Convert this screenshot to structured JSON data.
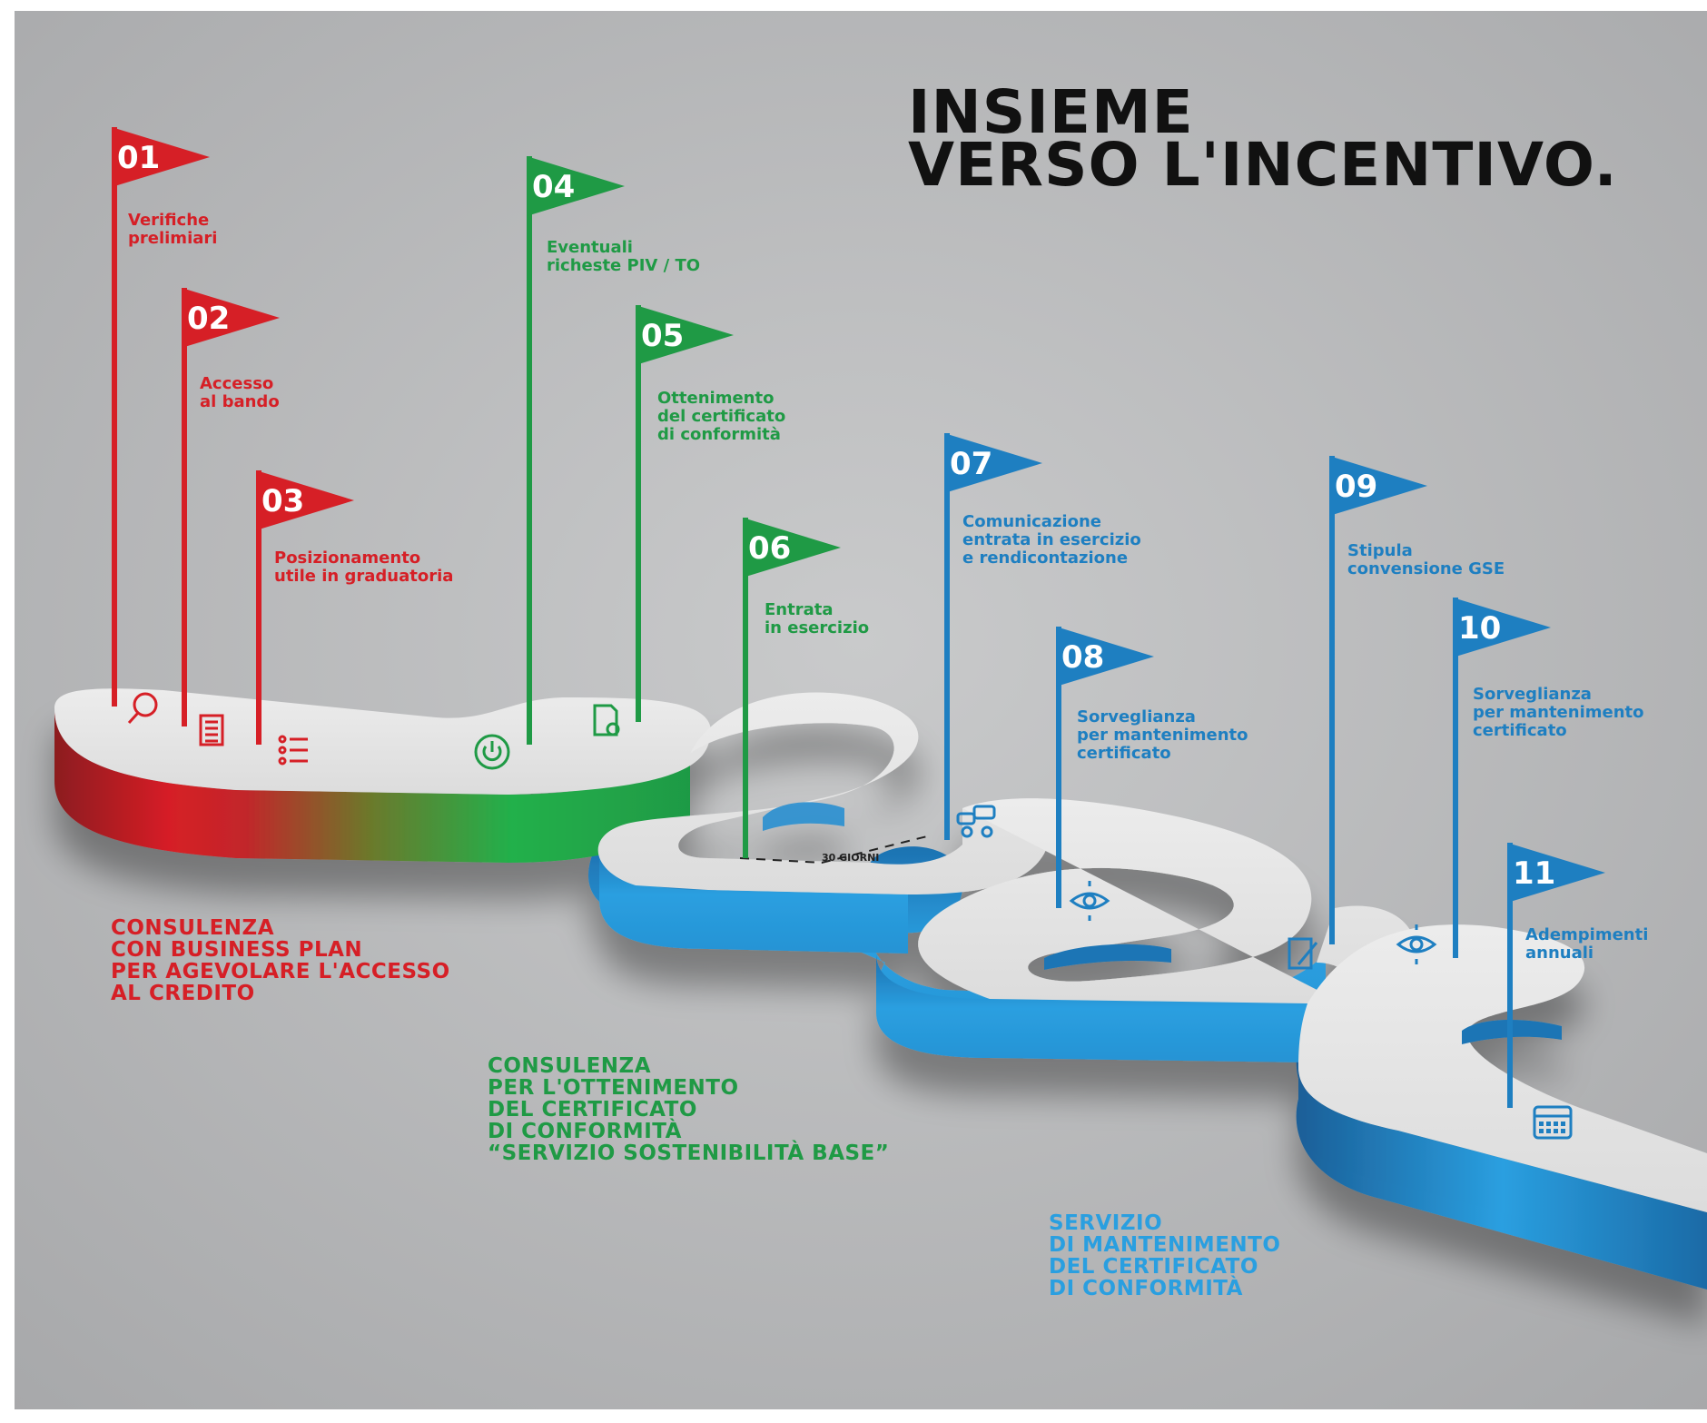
{
  "title": {
    "line1": "INSIEME",
    "line2": "VERSO L'INCENTIVO."
  },
  "colors": {
    "red": "#d61f26",
    "green": "#1f9a45",
    "blue": "#1e7fc1",
    "blue_light": "#2a9fe0"
  },
  "steps": [
    {
      "num": "01",
      "lines": [
        "Verifiche",
        "prelimiari"
      ],
      "color": "red",
      "icon": "magnifier-icon"
    },
    {
      "num": "02",
      "lines": [
        "Accesso",
        "al bando"
      ],
      "color": "red",
      "icon": "document-icon"
    },
    {
      "num": "03",
      "lines": [
        "Posizionamento",
        "utile in graduatoria"
      ],
      "color": "red",
      "icon": "checklist-icon"
    },
    {
      "num": "04",
      "lines": [
        "Eventuali",
        "richeste PIV / TO"
      ],
      "color": "green",
      "icon": "power-icon"
    },
    {
      "num": "05",
      "lines": [
        "Ottenimento",
        "del certificato",
        "di conformità"
      ],
      "color": "green",
      "icon": "certificate-icon"
    },
    {
      "num": "06",
      "lines": [
        "Entrata",
        "in esercizio"
      ],
      "color": "green",
      "icon": ""
    },
    {
      "num": "07",
      "lines": [
        "Comunicazione",
        "entrata in esercizio",
        "e rendicontazione"
      ],
      "color": "blue",
      "icon": "chat-people-icon"
    },
    {
      "num": "08",
      "lines": [
        "Sorveglianza",
        "per mantenimento",
        "certificato"
      ],
      "color": "blue",
      "icon": "eye-icon"
    },
    {
      "num": "09",
      "lines": [
        "Stipula",
        "convensione GSE"
      ],
      "color": "blue",
      "icon": "sign-document-icon"
    },
    {
      "num": "10",
      "lines": [
        "Sorveglianza",
        "per mantenimento",
        "certificato"
      ],
      "color": "blue",
      "icon": "eye-icon"
    },
    {
      "num": "11",
      "lines": [
        "Adempimenti",
        "annuali"
      ],
      "color": "blue",
      "icon": "calendar-icon"
    }
  ],
  "days_label": "30 GIORNI",
  "sections": {
    "red": [
      "CONSULENZA",
      "CON BUSINESS PLAN",
      "PER AGEVOLARE L'ACCESSO",
      "AL CREDITO"
    ],
    "green": [
      "CONSULENZA",
      "PER L'OTTENIMENTO",
      "DEL CERTIFICATO",
      "DI CONFORMITÀ",
      "“SERVIZIO SOSTENIBILITÀ BASE”"
    ],
    "blue": [
      "SERVIZIO",
      "DI MANTENIMENTO",
      "DEL CERTIFICATO",
      "DI CONFORMITÀ"
    ]
  }
}
